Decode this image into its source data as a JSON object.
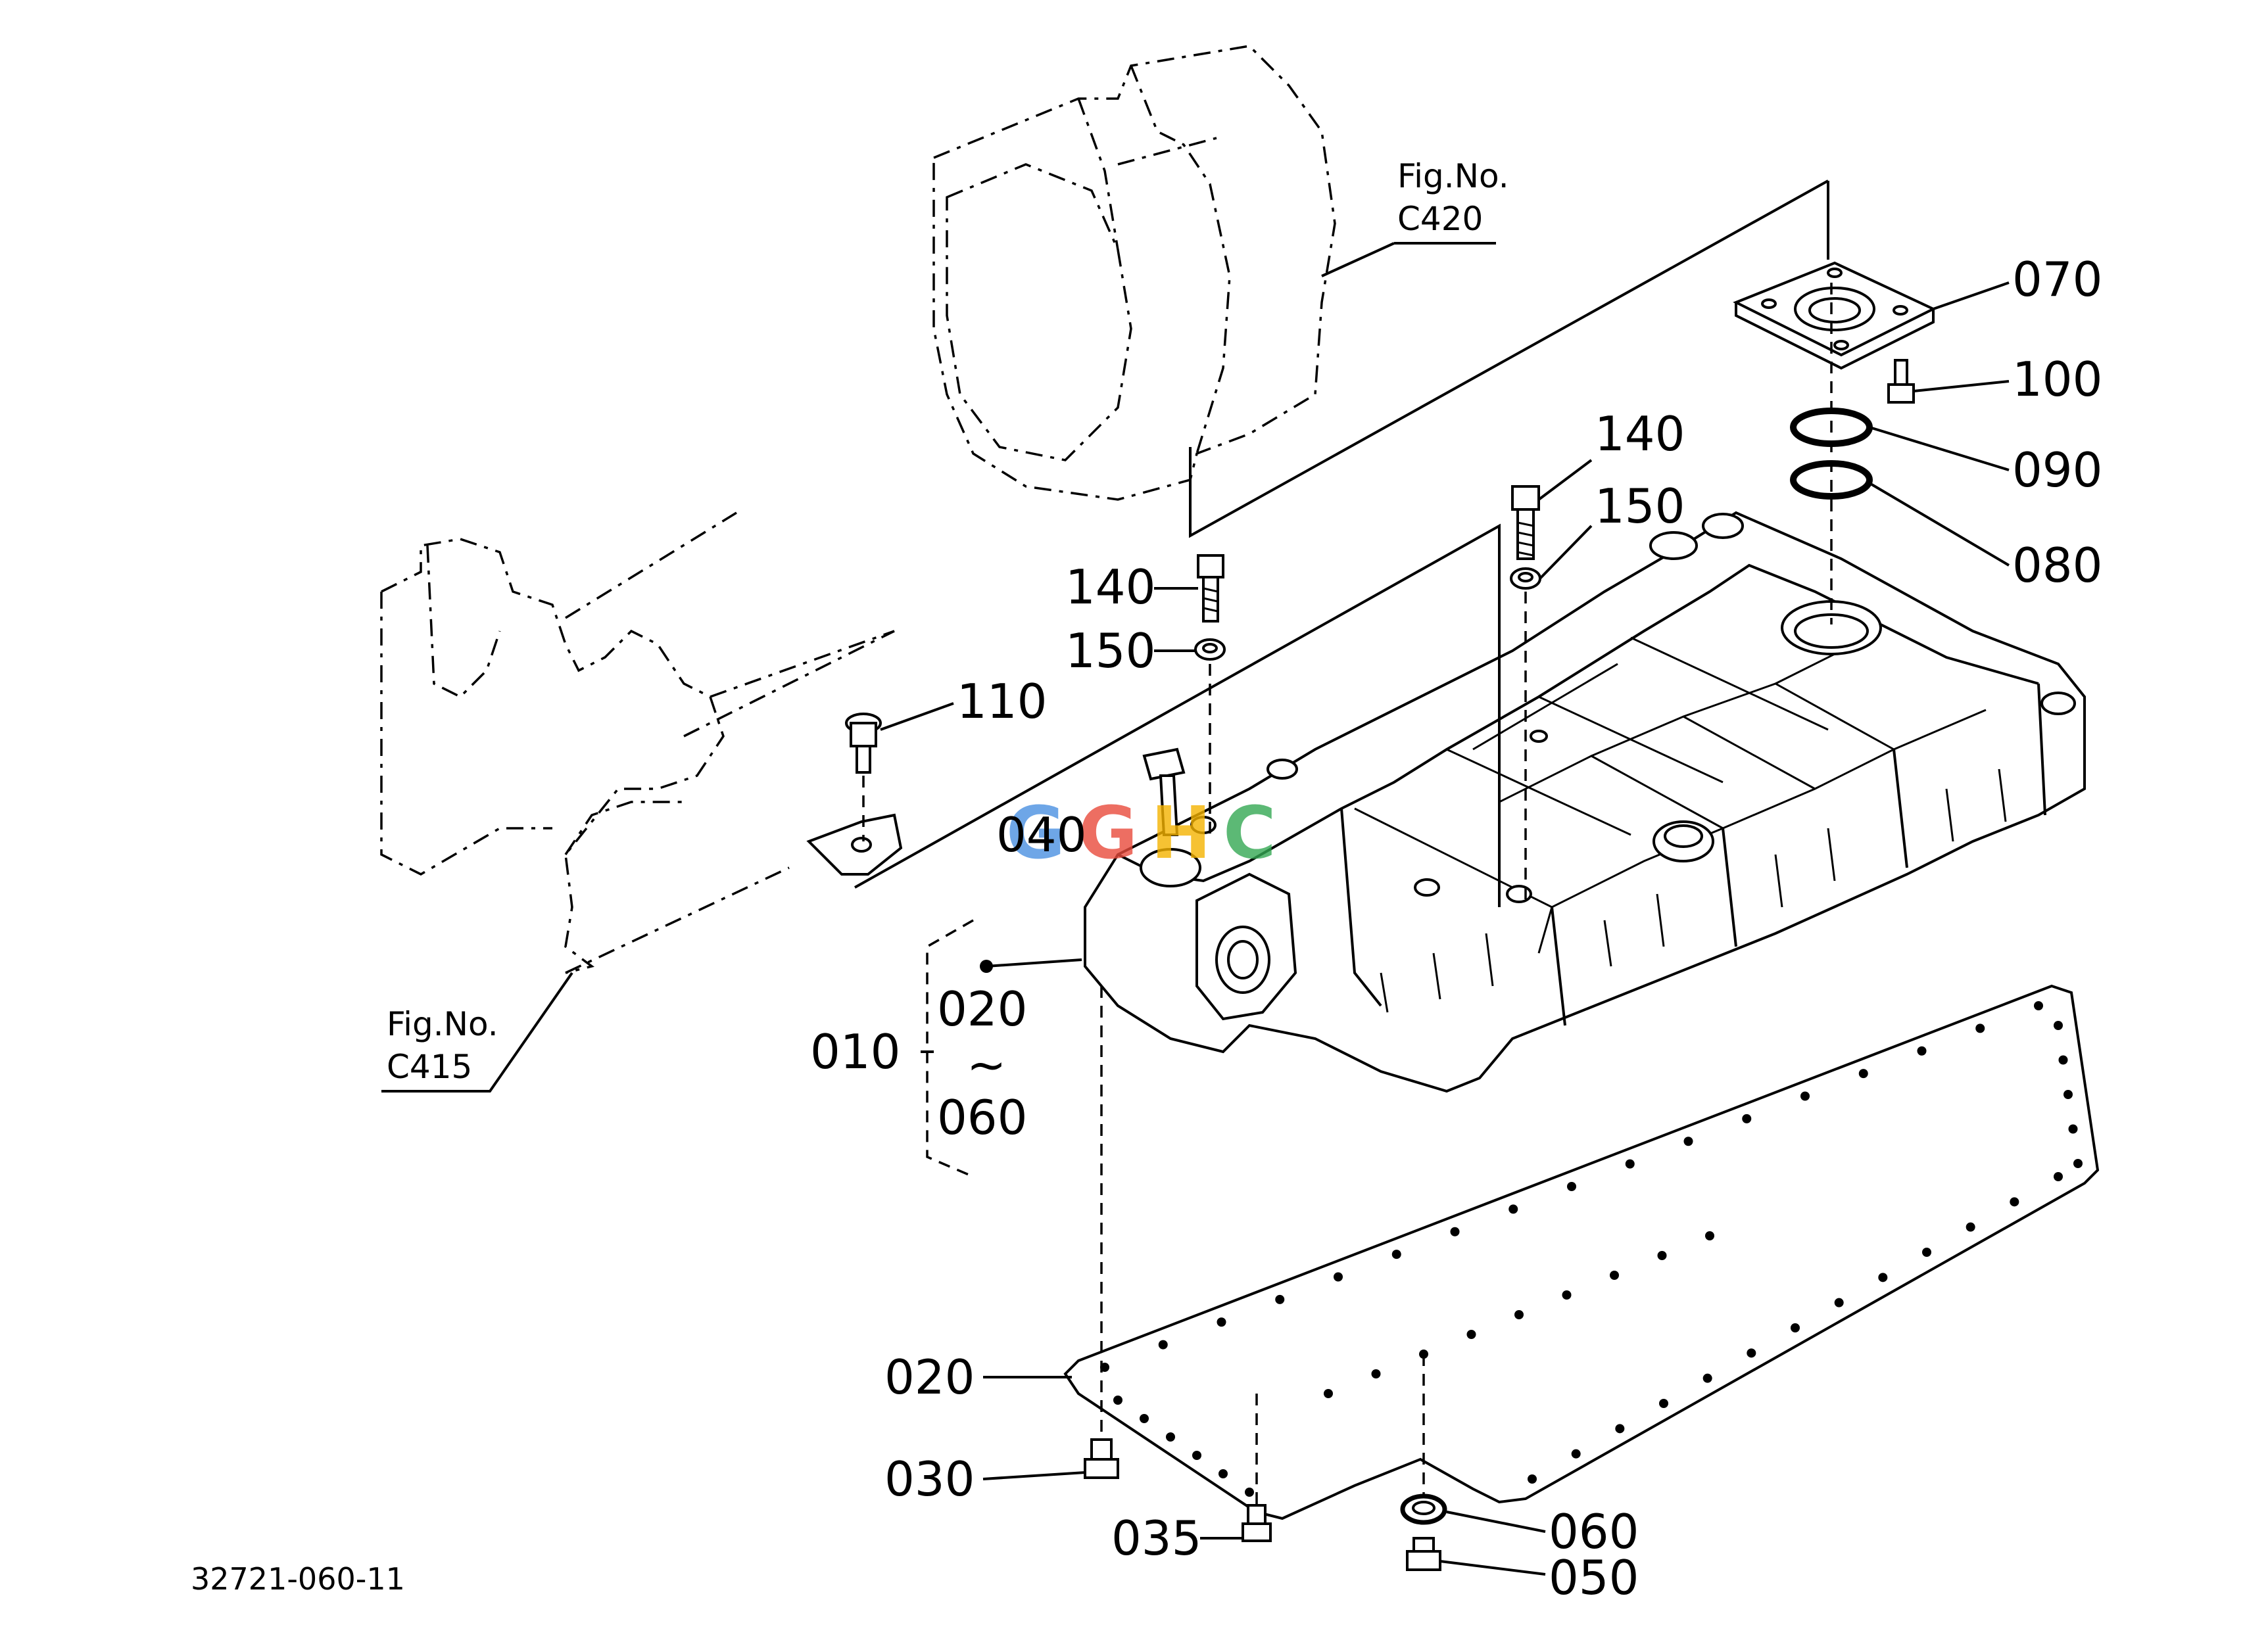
{
  "figure_refs": [
    {
      "label": "Fig.No.",
      "code": "C420"
    },
    {
      "label": "Fig.No.",
      "code": "C415"
    }
  ],
  "callouts": {
    "p070": "070",
    "p100": "100",
    "p140a": "140",
    "p150a": "150",
    "p090": "090",
    "p080": "080",
    "p140b": "140",
    "p150b": "150",
    "p110": "110",
    "p040": "040",
    "p010": "010",
    "p020a": "020",
    "tilde": "~",
    "p060a": "060",
    "p020b": "020",
    "p030": "030",
    "p035": "035",
    "p060b": "060",
    "p050": "050"
  },
  "diagram_number": "32721-060-11",
  "watermark": {
    "text": "GGHC",
    "colors": [
      "#4a90e2",
      "#e94b3c",
      "#f5b301",
      "#34a853"
    ]
  }
}
